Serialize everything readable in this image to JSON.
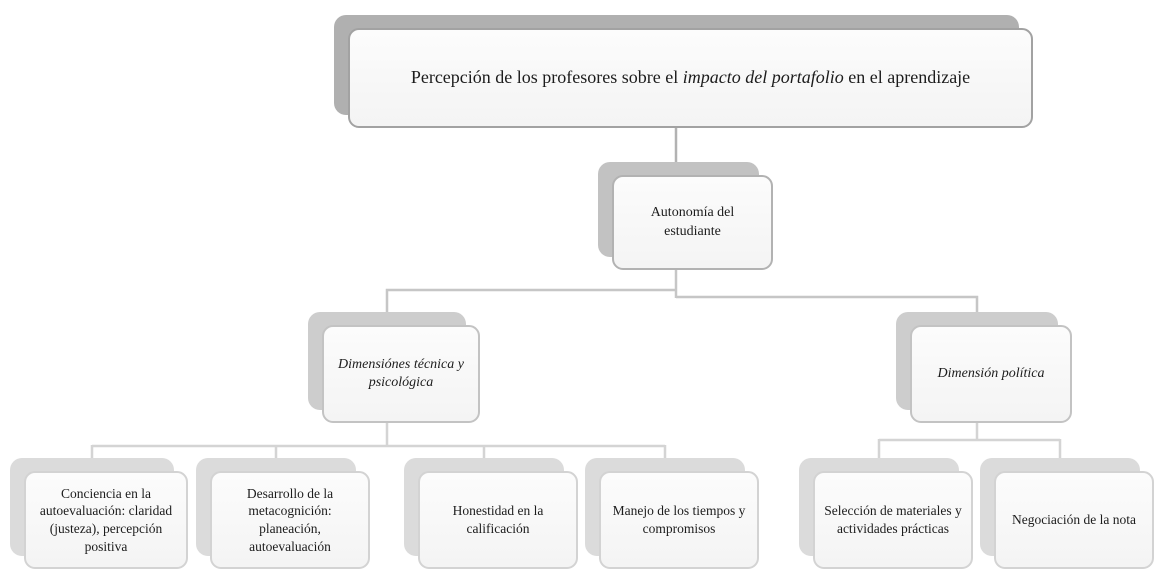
{
  "diagram": {
    "type": "hierarchy",
    "root": {
      "title_pre": "Percepción de los profesores sobre el ",
      "title_italic": "impacto del portafolio",
      "title_post": " en el aprendizaje",
      "child": {
        "label": "Autonomía del estudiante",
        "branches": [
          {
            "label": "Dimensiónes técnica y psicológica",
            "italic": true,
            "children": [
              "Conciencia en la autoevaluación: claridad (justeza), percepción positiva",
              "Desarrollo de la metacognición: planeación, autoevaluación",
              "Honestidad en la calificación",
              "Manejo de los tiempos y compromisos"
            ]
          },
          {
            "label": "Dimensión política",
            "italic": true,
            "children": [
              "Selección de materiales y actividades prácticas",
              "Negociación de la nota"
            ]
          }
        ]
      }
    },
    "leaves": [
      {
        "label": "Conciencia en la autoevaluación: claridad (justeza), percepción positiva"
      },
      {
        "label": "Desarrollo de la metacognición: planeación, autoevaluación"
      },
      {
        "label": "Honestidad en la calificación"
      },
      {
        "label": "Manejo de los tiempos y compromisos"
      },
      {
        "label": "Selección de materiales y actividades prácticas"
      },
      {
        "label": "Negociación de la nota"
      }
    ],
    "colors": {
      "background": "#ffffff",
      "level1_shadow": "#b0b0b0",
      "level1_border": "#a2a2a2",
      "level2_shadow": "#c2c2c2",
      "level2_border": "#b2b2b2",
      "level3_shadow": "#cdcdcd",
      "level3_border": "#c3c3c3",
      "level4_shadow": "#dbdbdb",
      "level4_border": "#d3d3d3",
      "box_fill": "#f8f8f8",
      "text": "#1c1c1c",
      "connector_top": "#b2b2b2",
      "connector_mid": "#c6c6c6",
      "connector_bottom": "#d4d4d4"
    }
  }
}
